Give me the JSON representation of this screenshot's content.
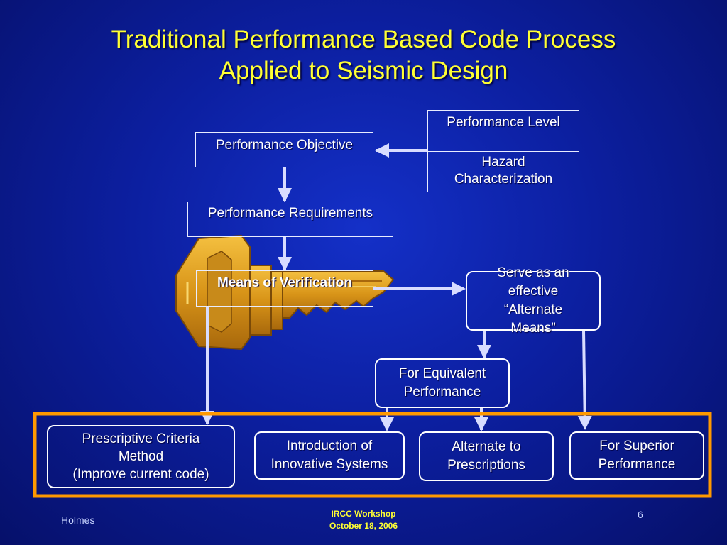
{
  "title": {
    "line1": "Traditional Performance Based Code Process",
    "line2": "Applied to Seismic Design"
  },
  "nodes": {
    "performance_level": "Performance Level",
    "hazard_characterization": "Hazard Characterization",
    "performance_objective": "Performance Objective",
    "performance_requirements": "Performance Requirements",
    "means_of_verification": "Means of Verification",
    "alternate_means": "Serve as an effective “Alternate Means”",
    "equivalent_performance": "For Equivalent Performance",
    "prescriptive_line1": "Prescriptive Criteria Method",
    "prescriptive_line2": "(Improve current code)",
    "innovative_systems": "Introduction of Innovative Systems",
    "alternate_prescriptions": "Alternate to Prescriptions",
    "superior_performance": "For Superior Performance"
  },
  "footer": {
    "author": "Holmes",
    "event": "IRCC Workshop",
    "date": "October 18, 2006",
    "page": "6"
  },
  "colors": {
    "title": "#ffff33",
    "highlight_frame": "#ff9900",
    "key": "#e0a020",
    "arrow": "#d8dcff"
  },
  "icons": [
    "key-icon"
  ]
}
